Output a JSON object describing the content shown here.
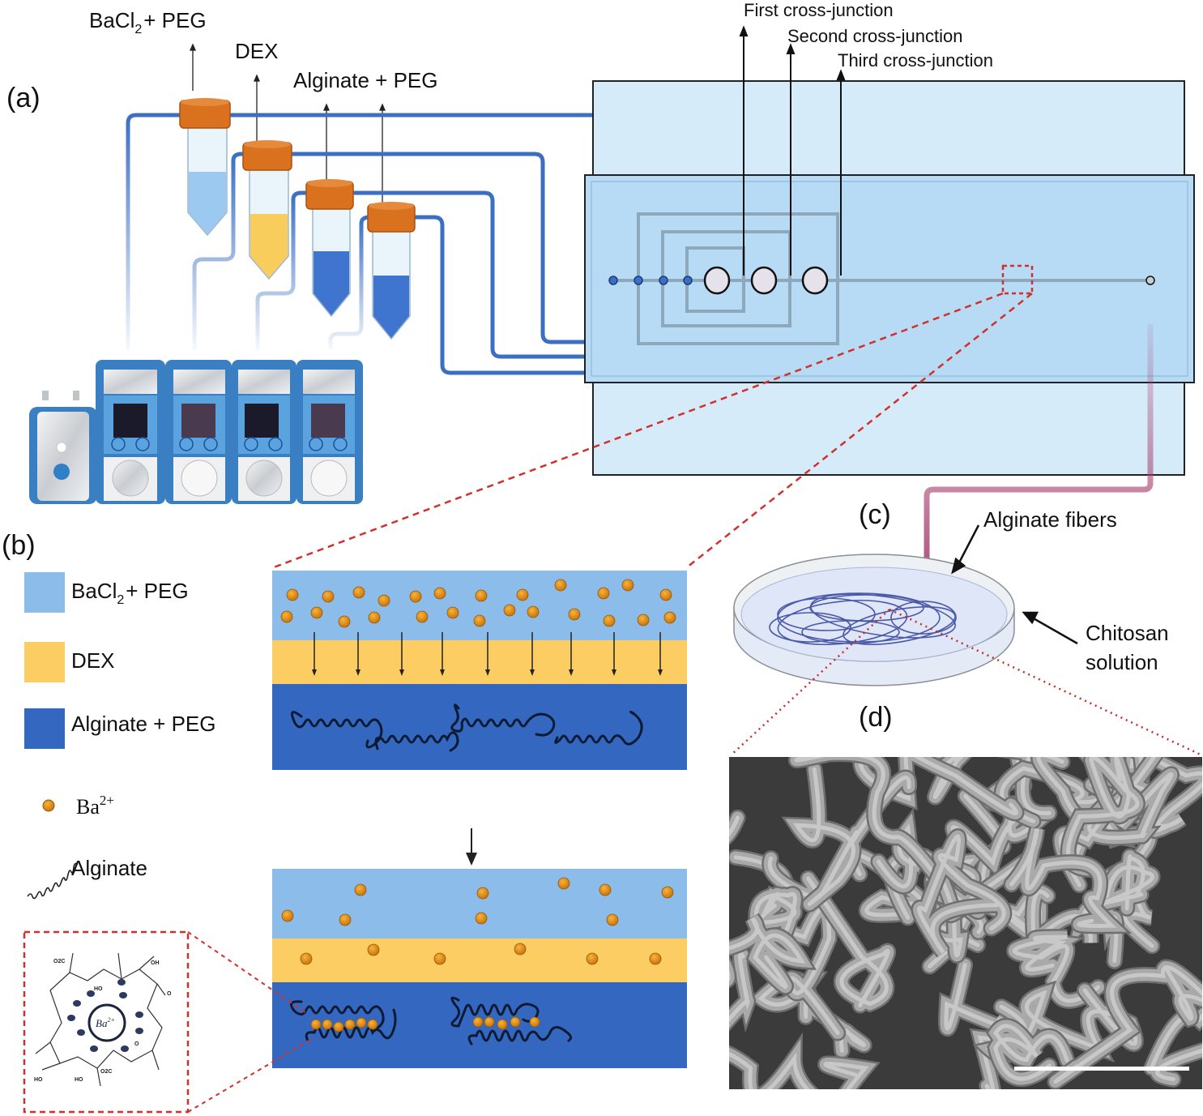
{
  "panels": {
    "a": "(a)",
    "b": "(b)",
    "c": "(c)",
    "d": "(d)"
  },
  "panel_a": {
    "reservoirs": [
      {
        "label": "BaCl",
        "subscript": "2",
        "suffix": "+ PEG",
        "fluid_color": "#9cc9ef"
      },
      {
        "label": "DEX",
        "subscript": "",
        "suffix": "",
        "fluid_color": "#f9cd5c"
      },
      {
        "label": "Alginate + PEG",
        "subscript": "",
        "suffix": "",
        "fluid_color": "#3f74cf"
      },
      {
        "label": "Alginate + PEG",
        "subscript": "",
        "suffix": "",
        "fluid_color": "#3f74cf"
      }
    ],
    "shared_label": "Alginate + PEG",
    "pump_modules": 4,
    "junction_labels": [
      "First cross-junction",
      "Second cross-junction",
      "Third cross-junction"
    ],
    "colors": {
      "tube": "#3a6fc4",
      "cap": "#d9711f",
      "chip": "#b7dbf5",
      "chip_edge": "#222222",
      "outlet_tube": "#a8416e",
      "callout": "#d0312d"
    }
  },
  "panel_b": {
    "legend": [
      {
        "name": "bacl2-peg",
        "label": "BaCl",
        "subscript": "2",
        "suffix": "+ PEG",
        "color": "#8bbcea"
      },
      {
        "name": "dex",
        "label": "DEX",
        "subscript": "",
        "suffix": "",
        "color": "#fbcd62"
      },
      {
        "name": "alginate-peg",
        "label": "Alginate + PEG",
        "subscript": "",
        "suffix": "",
        "color": "#3468c0"
      }
    ],
    "symbols": [
      {
        "name": "ba-ion",
        "label": "Ba",
        "superscript": "2+",
        "color": "#d9860f"
      },
      {
        "name": "alginate",
        "label": "Alginate"
      }
    ],
    "inset_label": "Ba",
    "inset_superscript": "2+",
    "inset_groups": [
      "O2C",
      "OH",
      "HO",
      "O",
      "HO",
      "HO",
      "O2C",
      "O"
    ]
  },
  "panel_c": {
    "fiber_label": "Alginate fibers",
    "solution_label_line1": "Chitosan",
    "solution_label_line2": "solution"
  },
  "panel_d": {
    "description": "SEM micrograph of entangled alginate fibers",
    "scale_bar": ""
  }
}
